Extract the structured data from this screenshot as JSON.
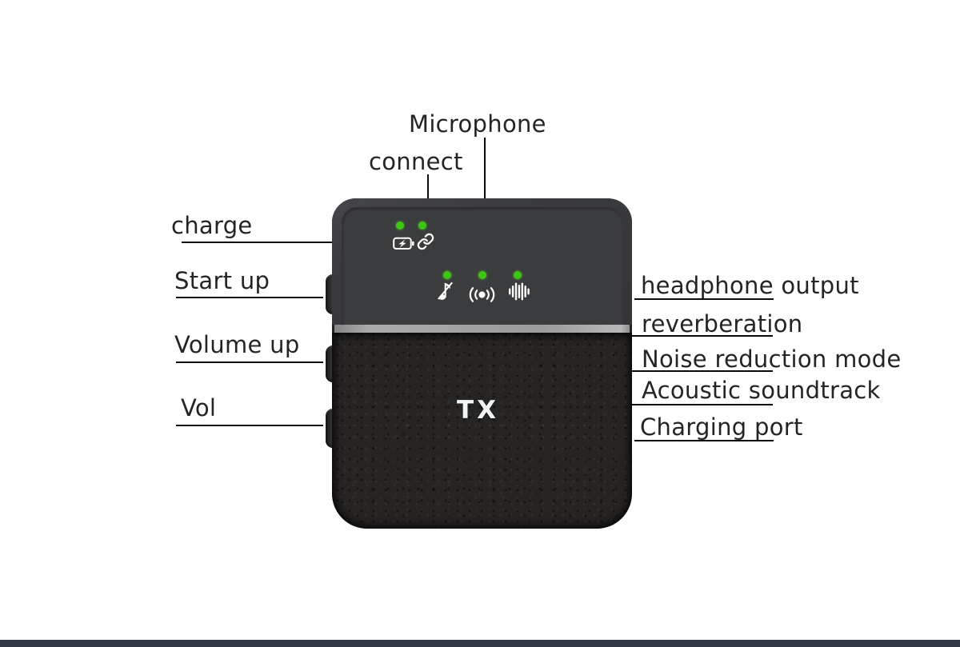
{
  "diagram": {
    "subject": "wireless-microphone-transmitter",
    "device_model_label": "TX"
  },
  "callouts": {
    "microphone": "Microphone",
    "connect": "connect",
    "charge": "charge",
    "start_up": "Start up",
    "volume_up": "Volume up",
    "vol": "Vol",
    "headphone_output": "headphone output",
    "reverberation": "reverberation",
    "noise_reduction_mode": "Noise reduction mode",
    "acoustic_soundtrack": "Acoustic soundtrack",
    "charging_port": "Charging port"
  },
  "icons": {
    "battery_charge": "battery-charge-icon",
    "link": "link-icon",
    "music_note_slash": "music-note-slash-icon",
    "broadcast": "broadcast-icon",
    "sound_wave": "sound-wave-icon"
  },
  "leds": {
    "count": 5,
    "state": "on"
  },
  "colors": {
    "background": "#ffffff",
    "label_text": "#242424",
    "line": "#0b0b0b",
    "panel": "#3b3c3e",
    "shell": "#2b2c2e",
    "leather": "#272523",
    "stripe": "#9b9b9b",
    "led_green": "#3ec414",
    "icon": "#ffffff",
    "tx_white": "#f4f4f4",
    "bottom_bar": "#333947"
  }
}
